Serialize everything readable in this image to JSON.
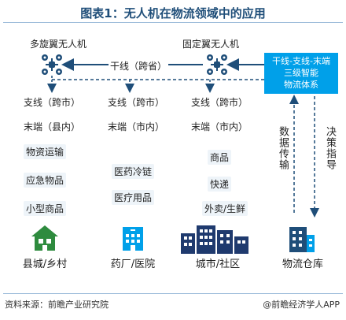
{
  "title": "图表1：无人机在物流领域中的应用",
  "drones": {
    "multirotor": "多旋翼无人机",
    "fixedwing": "固定翼无人机"
  },
  "trunk_label": "干线（跨省）",
  "system_box": [
    "干线-支线-末端",
    "三级智能",
    "物流体系"
  ],
  "columns": [
    {
      "branch": "支线（跨市）",
      "end": "末端（县内）",
      "items": [
        "物资运输",
        "应急物品",
        "小型商品"
      ],
      "facility": "县城/乡村"
    },
    {
      "branch": "支线（跨市）",
      "end": "末端（市内）",
      "items": [
        "医药冷链",
        "医疗用品"
      ],
      "facility": "药厂/医院"
    },
    {
      "branch": "支线（跨市）",
      "end": "末端（市内）",
      "items": [
        "商品",
        "快递",
        "外卖/生鲜"
      ],
      "facility": "城市/社区"
    }
  ],
  "data_transfer": "数据传输",
  "decision": "决策指导",
  "warehouse": "物流仓库",
  "source": "资料来源：前瞻产业研究院",
  "brand": "@前瞻经济学人APP",
  "colors": {
    "accent": "#00a0e9",
    "arrow": "#1f4e79",
    "icon": "#1f4e79",
    "green": "#2e8b3e"
  }
}
